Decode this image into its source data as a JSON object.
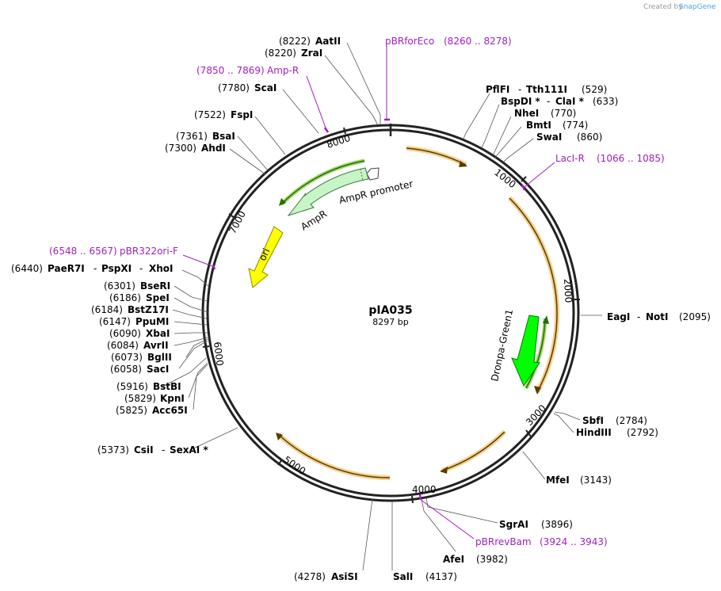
{
  "credit": {
    "created_by": "Created by",
    "logo": "SnapGene"
  },
  "plasmid": {
    "name": "pIA035",
    "length": "8297 bp"
  },
  "ticks": [
    "1000",
    "2000",
    "3000",
    "4000",
    "5000",
    "6000",
    "7000",
    "8000"
  ],
  "features": {
    "ampr_promoter": "AmpR promoter",
    "ampr": "AmpR",
    "ori": "ori",
    "dronpa": "Dronpa-Green1"
  },
  "primers": [
    {
      "name": "pBRforEco",
      "range": "(8260 .. 8278)"
    },
    {
      "name": "Amp-R",
      "range": "(7850 .. 7869)"
    },
    {
      "name": "LacI-R",
      "range": "(1066 .. 1085)"
    },
    {
      "name": "pBR322ori-F",
      "range": "(6548 .. 6567)"
    },
    {
      "name": "pBRrevBam",
      "range": "(3924 .. 3943)"
    }
  ],
  "sites": {
    "aatii": {
      "name": "AatII",
      "pos": "(8222)"
    },
    "zrai": {
      "name": "ZraI",
      "pos": "(8220)"
    },
    "scai": {
      "name": "ScaI",
      "pos": "(7780)"
    },
    "fspi": {
      "name": "FspI",
      "pos": "(7522)"
    },
    "bsai": {
      "name": "BsaI",
      "pos": "(7361)"
    },
    "ahdi": {
      "name": "AhdI",
      "pos": "(7300)"
    },
    "pflfi": {
      "name": "PflFI",
      "sep": "-",
      "name2": "Tth111I",
      "pos": "(529)"
    },
    "bspdi": {
      "name": "BspDI *",
      "sep": "-",
      "name2": "ClaI *",
      "pos": "(633)"
    },
    "nhei": {
      "name": "NheI",
      "pos": "(770)"
    },
    "bmti": {
      "name": "BmtI",
      "pos": "(774)"
    },
    "swai": {
      "name": "SwaI",
      "pos": "(860)"
    },
    "eagi": {
      "name": "EagI",
      "sep": "-",
      "name2": "NotI",
      "pos": "(2095)"
    },
    "sbfi": {
      "name": "SbfI",
      "pos": "(2784)"
    },
    "hindiii": {
      "name": "HindIII",
      "pos": "(2792)"
    },
    "mfei": {
      "name": "MfeI",
      "pos": "(3143)"
    },
    "sgrai": {
      "name": "SgrAI",
      "pos": "(3896)"
    },
    "afei": {
      "name": "AfeI",
      "pos": "(3982)"
    },
    "sali": {
      "name": "SalI",
      "pos": "(4137)"
    },
    "asisi": {
      "name": "AsiSI",
      "pos": "(4278)"
    },
    "csii": {
      "name": "CsiI",
      "sep": "-",
      "name2": "SexAI *",
      "pos": "(5373)"
    },
    "acc65i": {
      "name": "Acc65I",
      "pos": "(5825)"
    },
    "kpni": {
      "name": "KpnI",
      "pos": "(5829)"
    },
    "bstbi": {
      "name": "BstBI",
      "pos": "(5916)"
    },
    "saci": {
      "name": "SacI",
      "pos": "(6058)"
    },
    "bglii": {
      "name": "BglII",
      "pos": "(6073)"
    },
    "avrii": {
      "name": "AvrII",
      "pos": "(6084)"
    },
    "xbai": {
      "name": "XbaI",
      "pos": "(6090)"
    },
    "ppumi": {
      "name": "PpuMI",
      "pos": "(6147)"
    },
    "bstz17i": {
      "name": "BstZ17I",
      "pos": "(6184)"
    },
    "spei": {
      "name": "SpeI",
      "pos": "(6186)"
    },
    "bseri": {
      "name": "BseRI",
      "pos": "(6301)"
    },
    "paer7i": {
      "name": "PaeR7I",
      "sep": "-",
      "name2": "PspXI",
      "sep2": "-",
      "name3": "XhoI",
      "pos": "(6440)"
    }
  },
  "colors": {
    "orf": "#f5a623",
    "ampr": "#c8f5c8",
    "ori": "#ffff00",
    "dronpa": "#00ff00",
    "primer": "#a020c0"
  }
}
